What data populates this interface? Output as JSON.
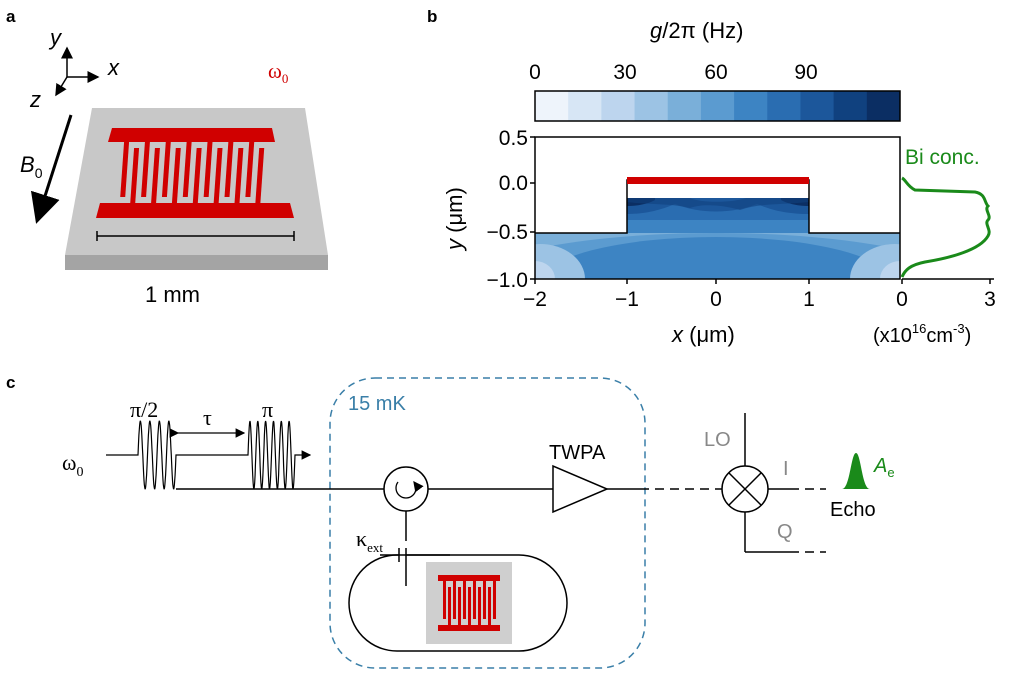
{
  "panels": {
    "a": "a",
    "b": "b",
    "c": "c"
  },
  "panel_a": {
    "axis_x": "x",
    "axis_y": "y",
    "axis_z": "z",
    "omega": "ω",
    "omega_sub": "0",
    "field": "B",
    "field_sub": "0",
    "scale": "1 mm"
  },
  "panel_b": {
    "colorbar_title": "g/2π (Hz)",
    "colorbar_ticks": [
      "0",
      "30",
      "60",
      "90"
    ],
    "y_label": "y (μm)",
    "y_ticks": [
      "0.5",
      "0.0",
      "−0.5",
      "−1.0"
    ],
    "x_label": "x (μm)",
    "x_ticks": [
      "−2",
      "−1",
      "0",
      "1",
      "0"
    ],
    "bi_label": "Bi conc.",
    "bi_ticks": [
      "0",
      "3"
    ],
    "bi_unit_pre": "(x10",
    "bi_unit_exp": "16",
    "bi_unit_mid": "cm",
    "bi_unit_exp2": "-3",
    "bi_unit_post": ")",
    "colors": {
      "scale": [
        "#eef4fb",
        "#d7e6f5",
        "#bdd5ee",
        "#9cc3e4",
        "#7aafd9",
        "#5b9bd0",
        "#3d84c3",
        "#2a6db1",
        "#1c579b",
        "#10417f",
        "#0b2e63"
      ],
      "conductor": "#d00000",
      "profile": "#1a8a1a"
    }
  },
  "panel_c": {
    "pulse1": "π/2",
    "tau": "τ",
    "pulse2": "π",
    "omega": "ω",
    "omega_sub": "0",
    "fridge": "15 mK",
    "amplifier": "TWPA",
    "lo": "LO",
    "i": "I",
    "q": "Q",
    "kappa": "κ",
    "kappa_sub": "ext",
    "amp": "A",
    "amp_sub": "e",
    "echo": "Echo",
    "colors": {
      "fridge": "#3a7fa8",
      "echo": "#1a8a1a",
      "gray": "#888888"
    }
  }
}
